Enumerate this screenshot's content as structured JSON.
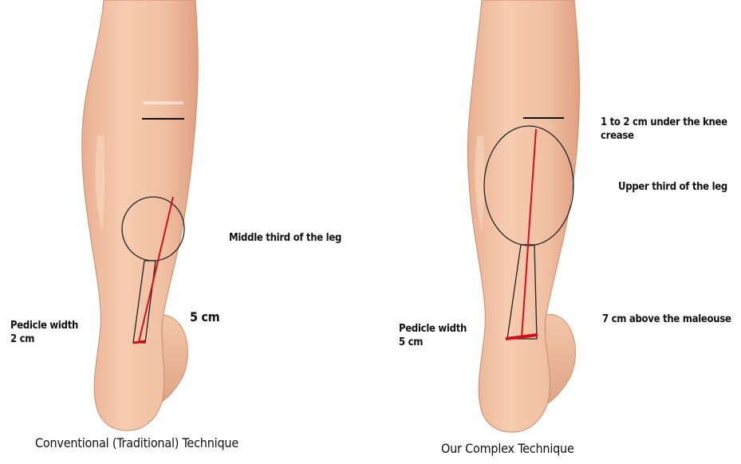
{
  "left_panel": {
    "caption": "Conventional (Traditional) Technique",
    "label_middle_third": "Middle third of the leg",
    "label_length": "5 cm",
    "label_pedicle": "Pedicle width\n2 cm"
  },
  "right_panel": {
    "caption": "Our Complex Technique",
    "label_knee": "1 to 2 cm under the knee\ncrease",
    "label_upper_third": "Upper third  of  the leg",
    "label_maleolus": "7 cm above the maleouse",
    "label_pedicle": "Pedicle width\n5 cm"
  },
  "colors": {
    "skin": "#f3c4a6",
    "skin_shadow": "#e3a887",
    "incision_line": "#d0101a",
    "outline": "#222222"
  }
}
